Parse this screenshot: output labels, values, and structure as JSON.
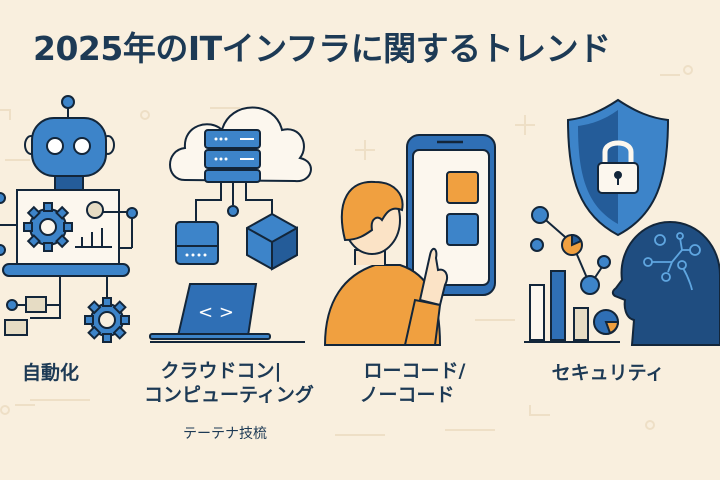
{
  "title": "2025年のITインフラに関するトレンド",
  "colors": {
    "background": "#f9efde",
    "text": "#1d3a55",
    "blue": "#3d84c9",
    "dark_blue": "#245c99",
    "navy": "#1f4d80",
    "orange": "#f0a040",
    "outline": "#13263a"
  },
  "sections": [
    {
      "id": "automation",
      "label": "自動化",
      "illustration": "robot-with-gears"
    },
    {
      "id": "cloud",
      "label_line1": "クラウドコン|",
      "label_line2": "コンピューティング",
      "sublabel": "テーテナ技梳",
      "illustration": "cloud-servers-laptop"
    },
    {
      "id": "lowcode",
      "label_line1": "ローコード/",
      "label_line2": "ノーコード",
      "illustration": "person-tapping-phone"
    },
    {
      "id": "security",
      "label": "セキュリティ",
      "illustration": "shield-lock-ai-head"
    }
  ]
}
